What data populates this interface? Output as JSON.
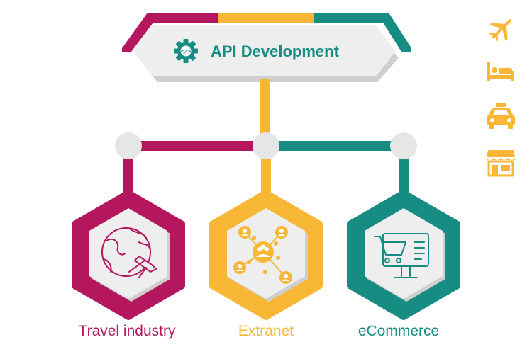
{
  "header": {
    "title": "API Development",
    "icon": "gear-code-icon"
  },
  "categories": [
    {
      "label": "Travel industry",
      "icon": "globe-airplane-icon",
      "color": "#b5175f"
    },
    {
      "label": "Extranet",
      "icon": "user-network-icon",
      "color": "#f8b836"
    },
    {
      "label": "eCommerce",
      "icon": "shopping-cart-monitor-icon",
      "color": "#168c82"
    }
  ],
  "side_icons": [
    "airplane-icon",
    "bed-icon",
    "taxi-icon",
    "storefront-icon"
  ],
  "colors": {
    "magenta": "#b5175f",
    "yellow": "#f8b836",
    "teal": "#168c82",
    "panel": "#eeeeee",
    "node": "#e6e6e6"
  }
}
